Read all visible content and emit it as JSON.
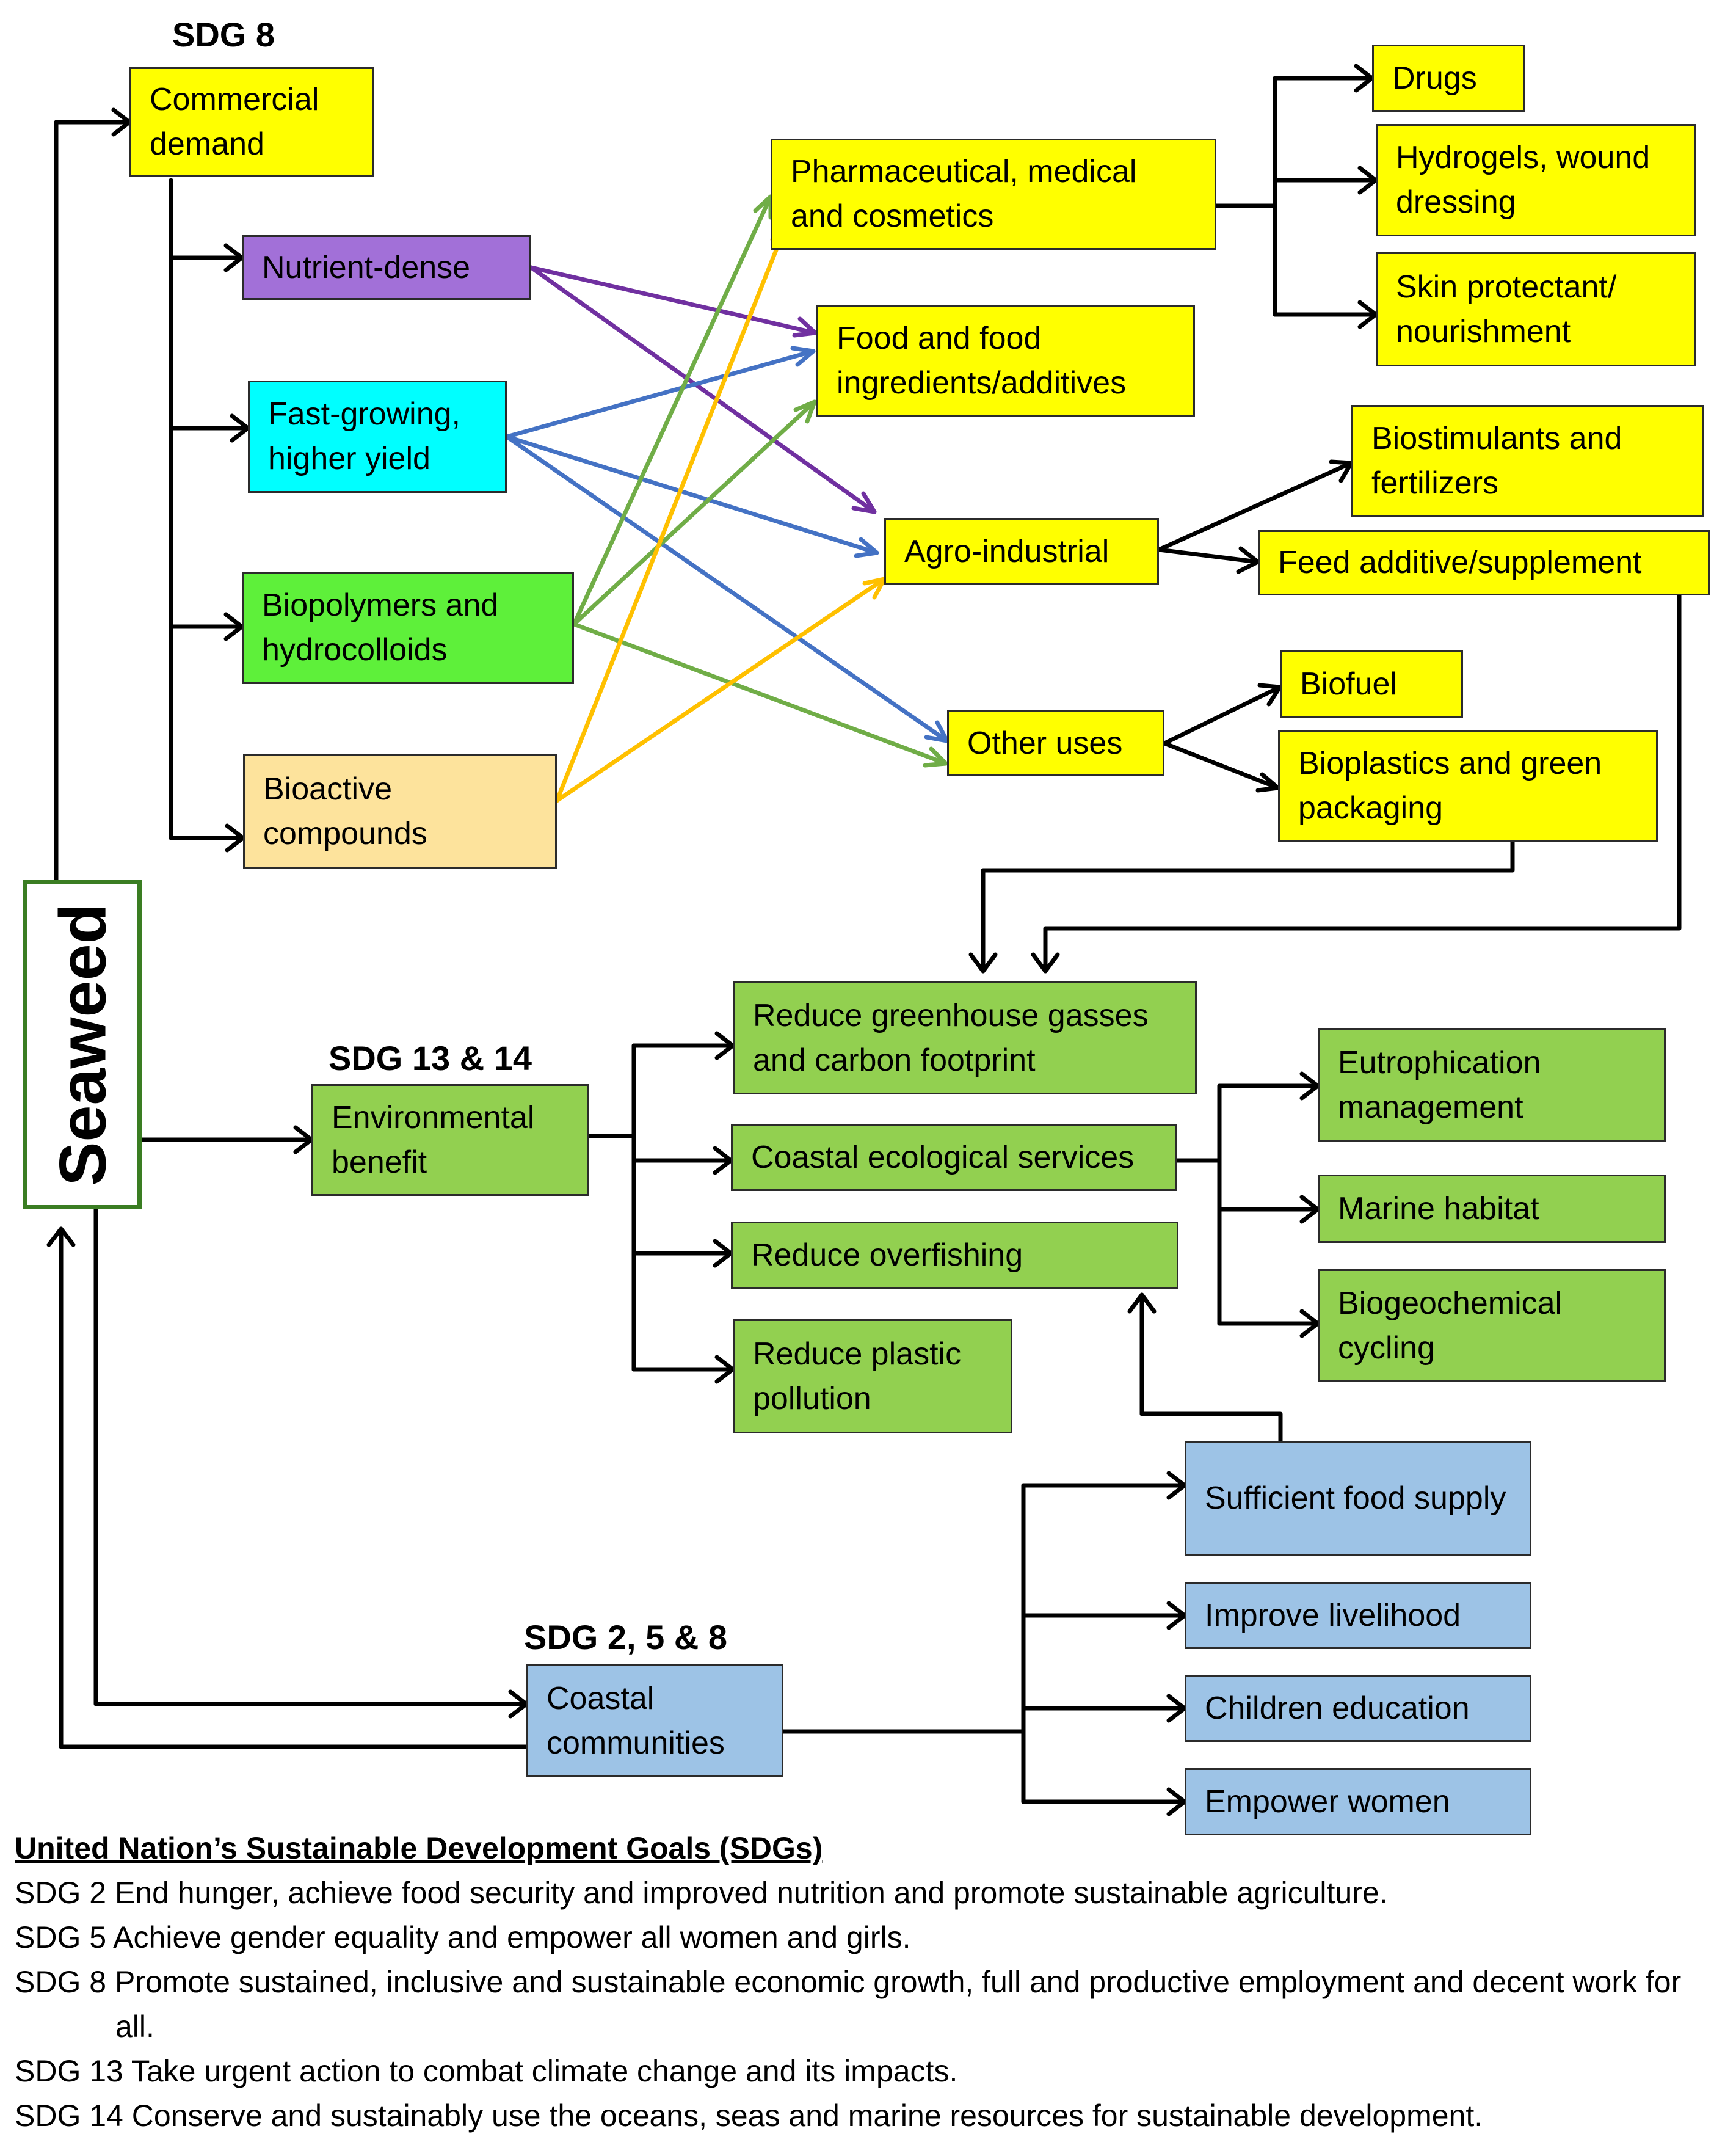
{
  "sdg_labels": {
    "sdg8": "SDG 8",
    "sdg13_14": "SDG 13 & 14",
    "sdg2_5_8": "SDG 2, 5 & 8"
  },
  "seaweed": "Seaweed",
  "nodes": {
    "commercial_demand": "Commercial demand",
    "nutrient_dense": "Nutrient-dense",
    "fast_growing": "Fast-growing, higher yield",
    "biopolymers": "Biopolymers and hydrocolloids",
    "bioactive": "Bioactive compounds",
    "pharma": "Pharmaceutical, medical and cosmetics",
    "food": "Food and food ingredients/additives",
    "agro": "Agro-industrial",
    "other_uses": "Other uses",
    "drugs": "Drugs",
    "hydrogels": "Hydrogels, wound dressing",
    "skin": "Skin protectant/ nourishment",
    "biostimulants": "Biostimulants and fertilizers",
    "feed": "Feed additive/supplement",
    "biofuel": "Biofuel",
    "bioplastics": "Bioplastics and green packaging",
    "environmental_benefit": "Environmental benefit",
    "reduce_ghg": "Reduce greenhouse gasses and carbon footprint",
    "coastal_eco": "Coastal ecological services",
    "reduce_overfishing": "Reduce overfishing",
    "reduce_plastic": "Reduce plastic pollution",
    "eutrophication": "Eutrophication management",
    "marine_habitat": "Marine habitat",
    "biogeochemical": "Biogeochemical cycling",
    "coastal_communities": "Coastal communities",
    "sufficient_food": "Sufficient food supply",
    "improve_livelihood": "Improve livelihood",
    "children_education": "Children education",
    "empower_women": "Empower women"
  },
  "colors": {
    "products": "#ffff00",
    "nutrient_dense": "#a270d8",
    "fast_growing": "#00ffff",
    "biopolymers": "#5ef03a",
    "bioactive": "#fde39c",
    "environment": "#92d050",
    "communities": "#9dc3e6",
    "seaweed_border": "#3a7d22",
    "arrow_purple": "#7030a0",
    "arrow_blue": "#4472c4",
    "arrow_green": "#70ad47",
    "arrow_orange": "#ffc000",
    "arrow_black": "#000000"
  },
  "legend": {
    "title": "United Nation’s Sustainable Development Goals (SDGs)",
    "items": [
      "SDG 2 End hunger, achieve food security and improved nutrition and promote sustainable agriculture.",
      "SDG 5 Achieve gender equality and empower all women and girls.",
      "SDG 8 Promote sustained, inclusive and sustainable economic growth, full and productive employment and decent work for all.",
      "SDG 13 Take urgent action to combat climate change and its impacts.",
      "SDG 14 Conserve and sustainably use the oceans, seas and marine resources for sustainable development."
    ]
  }
}
